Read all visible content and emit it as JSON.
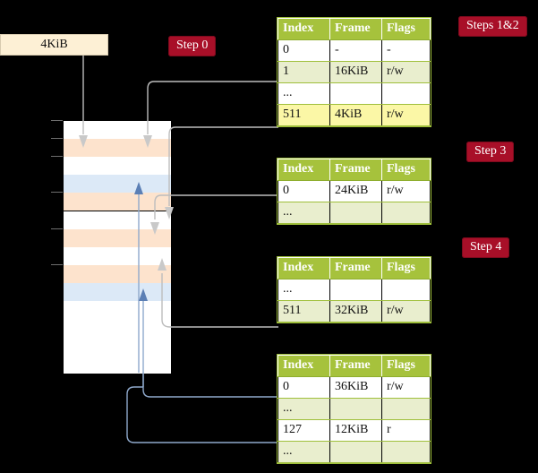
{
  "diagram": {
    "title": "multi-level-page-table-walk",
    "source_box": {
      "label": "4KiB"
    },
    "steps": [
      {
        "id": "step0",
        "label": "Step 0"
      },
      {
        "id": "steps1and2",
        "label": "Steps 1&2"
      },
      {
        "id": "step3",
        "label": "Step 3"
      },
      {
        "id": "step4",
        "label": "Step 4"
      }
    ],
    "colors": {
      "background": "#000000",
      "pill": "#a80f28",
      "pill_text": "#ffffff",
      "table_header": "#a6c23c",
      "table_row_tint": "#e9eece",
      "table_row_white": "#ffffff",
      "highlight": "#fbf7a6",
      "source_box": "#fdf0d5",
      "mem_orange": "#fde3cd",
      "mem_blue": "#dce9f7",
      "mem_white": "#ffffff",
      "wire_grey": "#bdbdbd",
      "wire_blue": "#8fa9cc"
    },
    "columns": [
      "Index",
      "Frame",
      "Flags"
    ],
    "tables": [
      {
        "name": "level-4-table",
        "step": "Steps 1&2",
        "rows": [
          {
            "index": "0",
            "frame": "-",
            "flags": "-",
            "tint": false,
            "highlight": false
          },
          {
            "index": "1",
            "frame": "16KiB",
            "flags": "r/w",
            "tint": true,
            "highlight": false
          },
          {
            "index": "...",
            "frame": "",
            "flags": "",
            "tint": false,
            "highlight": false
          },
          {
            "index": "511",
            "frame": "4KiB",
            "flags": "r/w",
            "tint": true,
            "highlight": true
          }
        ]
      },
      {
        "name": "level-3-table",
        "step": "Step 3",
        "rows": [
          {
            "index": "0",
            "frame": "24KiB",
            "flags": "r/w",
            "tint": false,
            "highlight": false
          },
          {
            "index": "...",
            "frame": "",
            "flags": "",
            "tint": true,
            "highlight": false
          }
        ]
      },
      {
        "name": "level-2-table",
        "step": "Step 4",
        "rows": [
          {
            "index": "...",
            "frame": "",
            "flags": "",
            "tint": false,
            "highlight": false
          },
          {
            "index": "511",
            "frame": "32KiB",
            "flags": "r/w",
            "tint": true,
            "highlight": false
          }
        ]
      },
      {
        "name": "level-1-table",
        "step": "",
        "rows": [
          {
            "index": "0",
            "frame": "36KiB",
            "flags": "r/w",
            "tint": false,
            "highlight": false
          },
          {
            "index": "...",
            "frame": "",
            "flags": "",
            "tint": true,
            "highlight": false
          },
          {
            "index": "127",
            "frame": "12KiB",
            "flags": "r",
            "tint": false,
            "highlight": false
          },
          {
            "index": "...",
            "frame": "",
            "flags": "",
            "tint": true,
            "highlight": false
          }
        ]
      }
    ],
    "memory_column": {
      "name": "physical-memory-frames",
      "frame_count": 14,
      "frames": [
        {
          "i": 0,
          "fill": "white",
          "tick": true
        },
        {
          "i": 1,
          "fill": "orange",
          "tick": true
        },
        {
          "i": 2,
          "fill": "white",
          "tick": true
        },
        {
          "i": 3,
          "fill": "blue",
          "tick": false
        },
        {
          "i": 4,
          "fill": "orange",
          "tick": true
        },
        {
          "i": 5,
          "fill": "white",
          "tick": false
        },
        {
          "i": 6,
          "fill": "orange",
          "tick": true
        },
        {
          "i": 7,
          "fill": "white",
          "tick": false
        },
        {
          "i": 8,
          "fill": "orange",
          "tick": true
        },
        {
          "i": 9,
          "fill": "blue",
          "tick": false
        },
        {
          "i": 10,
          "fill": "white",
          "tick": false
        },
        {
          "i": 11,
          "fill": "white",
          "tick": false
        },
        {
          "i": 12,
          "fill": "white",
          "tick": false
        },
        {
          "i": 13,
          "fill": "white",
          "tick": false
        }
      ]
    }
  }
}
